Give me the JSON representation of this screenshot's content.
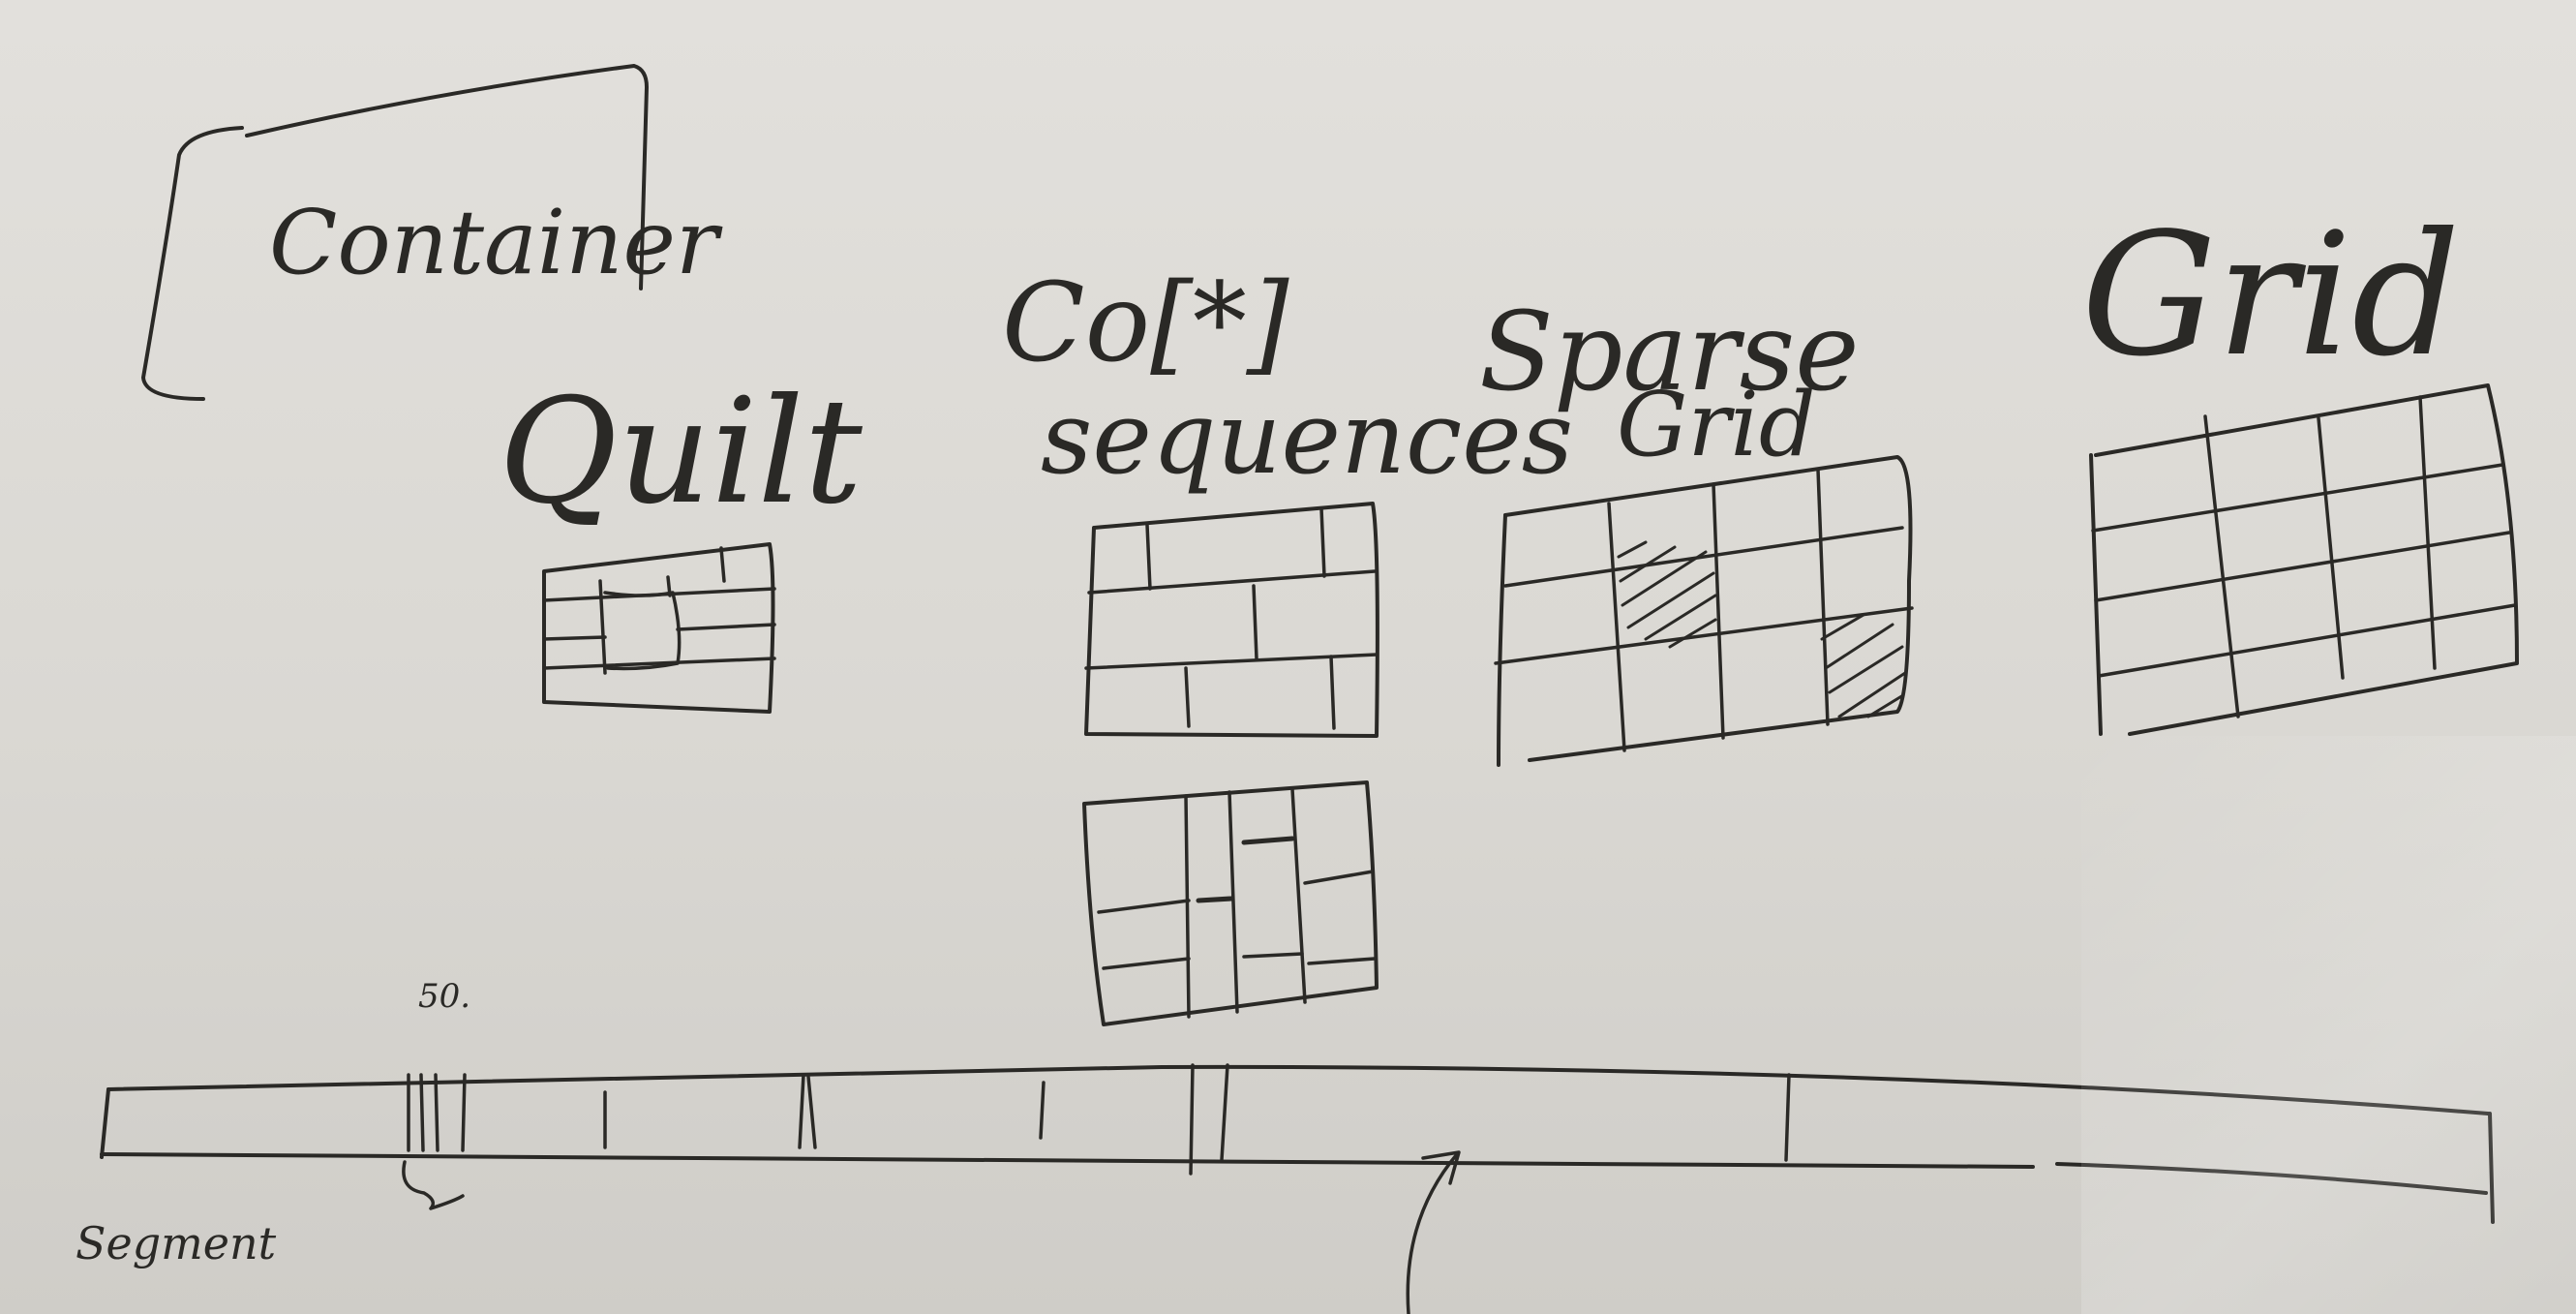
{
  "labels": {
    "container": "Container",
    "quilt": "Quilt",
    "co_sequences_top": "Co[*]",
    "co_sequences_bottom": "sequences",
    "sparse_grid_top": "Sparse",
    "sparse_grid_bottom": "Grid",
    "grid": "Grid",
    "timeline_small": "50.",
    "segment": "Segment"
  },
  "colors": {
    "ink": "#2a2926",
    "board": "#dcdad6"
  }
}
